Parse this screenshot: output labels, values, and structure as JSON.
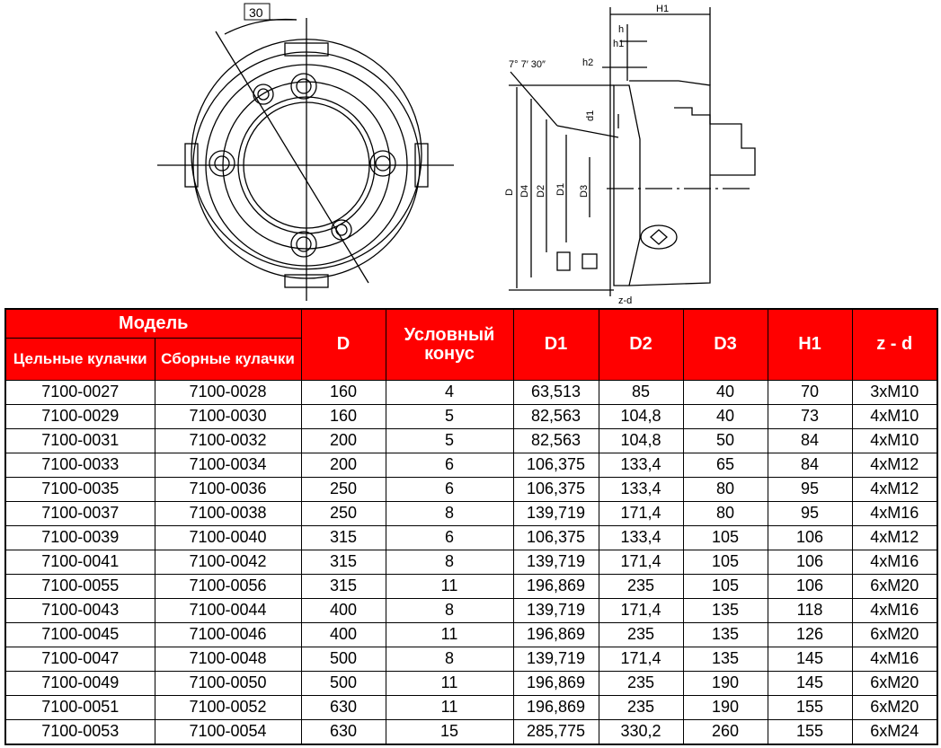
{
  "drawing": {
    "angle_box": "30",
    "angle_label": "7° 7′ 30″",
    "dims": [
      "H1",
      "h",
      "h1",
      "h2",
      "d1",
      "D",
      "D4",
      "D2",
      "D1",
      "D3",
      "z-d"
    ]
  },
  "table": {
    "header": {
      "model": "Модель",
      "solid_jaws": "Цельные кулачки",
      "assembled_jaws": "Сборные кулачки",
      "D": "D",
      "cone": "Условный конус",
      "D1": "D1",
      "D2": "D2",
      "D3": "D3",
      "H1": "H1",
      "zd": "z - d"
    },
    "rows": [
      [
        "7100-0027",
        "7100-0028",
        "160",
        "4",
        "63,513",
        "85",
        "40",
        "70",
        "3xM10"
      ],
      [
        "7100-0029",
        "7100-0030",
        "160",
        "5",
        "82,563",
        "104,8",
        "40",
        "73",
        "4xM10"
      ],
      [
        "7100-0031",
        "7100-0032",
        "200",
        "5",
        "82,563",
        "104,8",
        "50",
        "84",
        "4xM10"
      ],
      [
        "7100-0033",
        "7100-0034",
        "200",
        "6",
        "106,375",
        "133,4",
        "65",
        "84",
        "4xM12"
      ],
      [
        "7100-0035",
        "7100-0036",
        "250",
        "6",
        "106,375",
        "133,4",
        "80",
        "95",
        "4xM12"
      ],
      [
        "7100-0037",
        "7100-0038",
        "250",
        "8",
        "139,719",
        "171,4",
        "80",
        "95",
        "4xM16"
      ],
      [
        "7100-0039",
        "7100-0040",
        "315",
        "6",
        "106,375",
        "133,4",
        "105",
        "106",
        "4xM12"
      ],
      [
        "7100-0041",
        "7100-0042",
        "315",
        "8",
        "139,719",
        "171,4",
        "105",
        "106",
        "4xM16"
      ],
      [
        "7100-0055",
        "7100-0056",
        "315",
        "11",
        "196,869",
        "235",
        "105",
        "106",
        "6xM20"
      ],
      [
        "7100-0043",
        "7100-0044",
        "400",
        "8",
        "139,719",
        "171,4",
        "135",
        "118",
        "4xM16"
      ],
      [
        "7100-0045",
        "7100-0046",
        "400",
        "11",
        "196,869",
        "235",
        "135",
        "126",
        "6xM20"
      ],
      [
        "7100-0047",
        "7100-0048",
        "500",
        "8",
        "139,719",
        "171,4",
        "135",
        "145",
        "4xM16"
      ],
      [
        "7100-0049",
        "7100-0050",
        "500",
        "11",
        "196,869",
        "235",
        "190",
        "145",
        "6xM20"
      ],
      [
        "7100-0051",
        "7100-0052",
        "630",
        "11",
        "196,869",
        "235",
        "190",
        "155",
        "6xM20"
      ],
      [
        "7100-0053",
        "7100-0054",
        "630",
        "15",
        "285,775",
        "330,2",
        "260",
        "155",
        "6xM24"
      ]
    ]
  }
}
